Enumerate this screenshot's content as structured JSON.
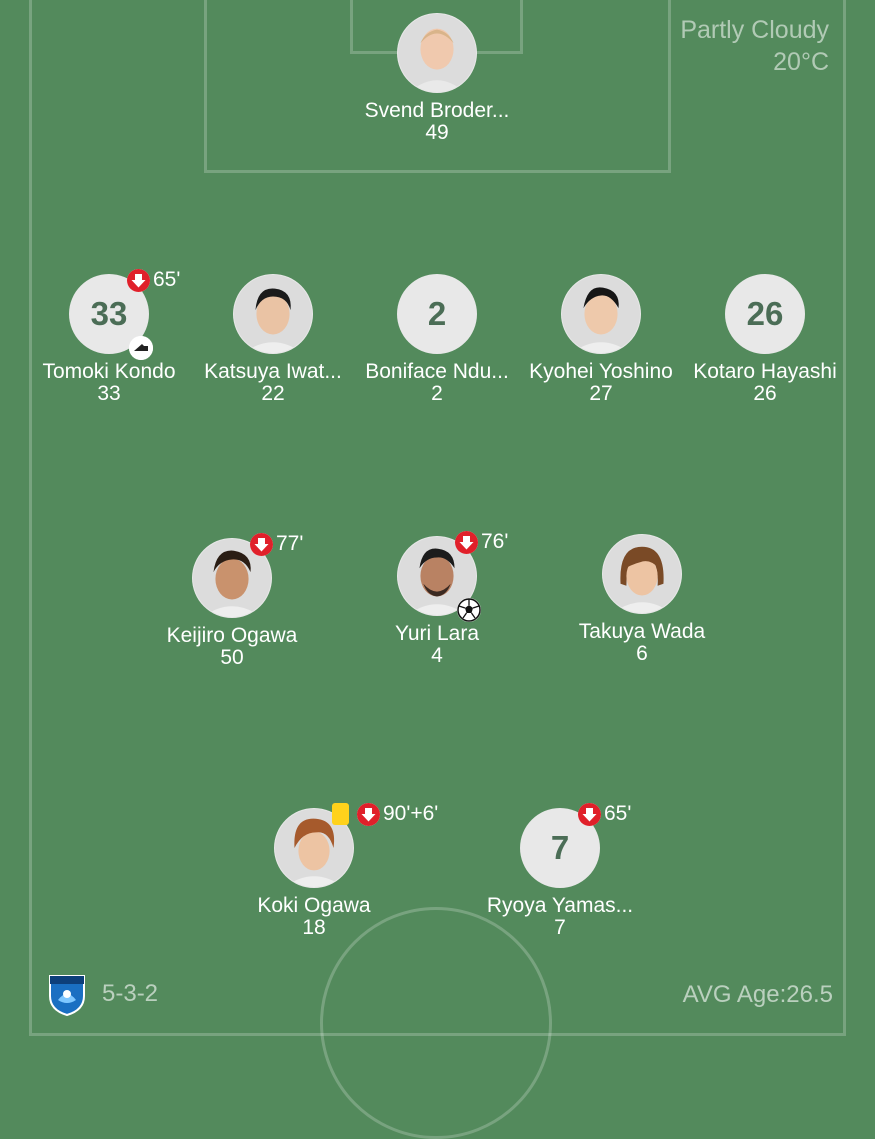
{
  "weather": {
    "condition": "Partly Cloudy",
    "temperature": "20°C"
  },
  "team": {
    "formation": "5-3-2",
    "avg_age": "AVG Age:26.5",
    "crest_icon": "team-crest-icon"
  },
  "players": {
    "gk": {
      "name": "Svend Broder...",
      "shirt": "49",
      "photo": true
    },
    "d1": {
      "name": "Tomoki Kondo",
      "shirt": "33",
      "avatar_text": "33",
      "sub_minute": "65'",
      "event": "assist-boot-icon"
    },
    "d2": {
      "name": "Katsuya Iwat...",
      "shirt": "22",
      "photo": true
    },
    "d3": {
      "name": "Boniface Ndu...",
      "shirt": "2",
      "avatar_text": "2"
    },
    "d4": {
      "name": "Kyohei Yoshino",
      "shirt": "27",
      "photo": true
    },
    "d5": {
      "name": "Kotaro Hayashi",
      "shirt": "26",
      "avatar_text": "26"
    },
    "m1": {
      "name": "Keijiro Ogawa",
      "shirt": "50",
      "photo": true,
      "sub_minute": "77'"
    },
    "m2": {
      "name": "Yuri Lara",
      "shirt": "4",
      "photo": true,
      "sub_minute": "76'",
      "event": "goal-ball-icon"
    },
    "m3": {
      "name": "Takuya Wada",
      "shirt": "6",
      "photo": true
    },
    "f1": {
      "name": "Koki Ogawa",
      "shirt": "18",
      "photo": true,
      "sub_minute": "90'+6'",
      "card": "yellow"
    },
    "f2": {
      "name": "Ryoya Yamas...",
      "shirt": "7",
      "avatar_text": "7",
      "sub_minute": "65'"
    }
  },
  "colors": {
    "pitch": "#538a5c",
    "avatar_bg": "#e8e8e8",
    "number": "#4b6d56",
    "sub_arrow": "#e0202a",
    "yellow_card": "#ffd21c"
  }
}
